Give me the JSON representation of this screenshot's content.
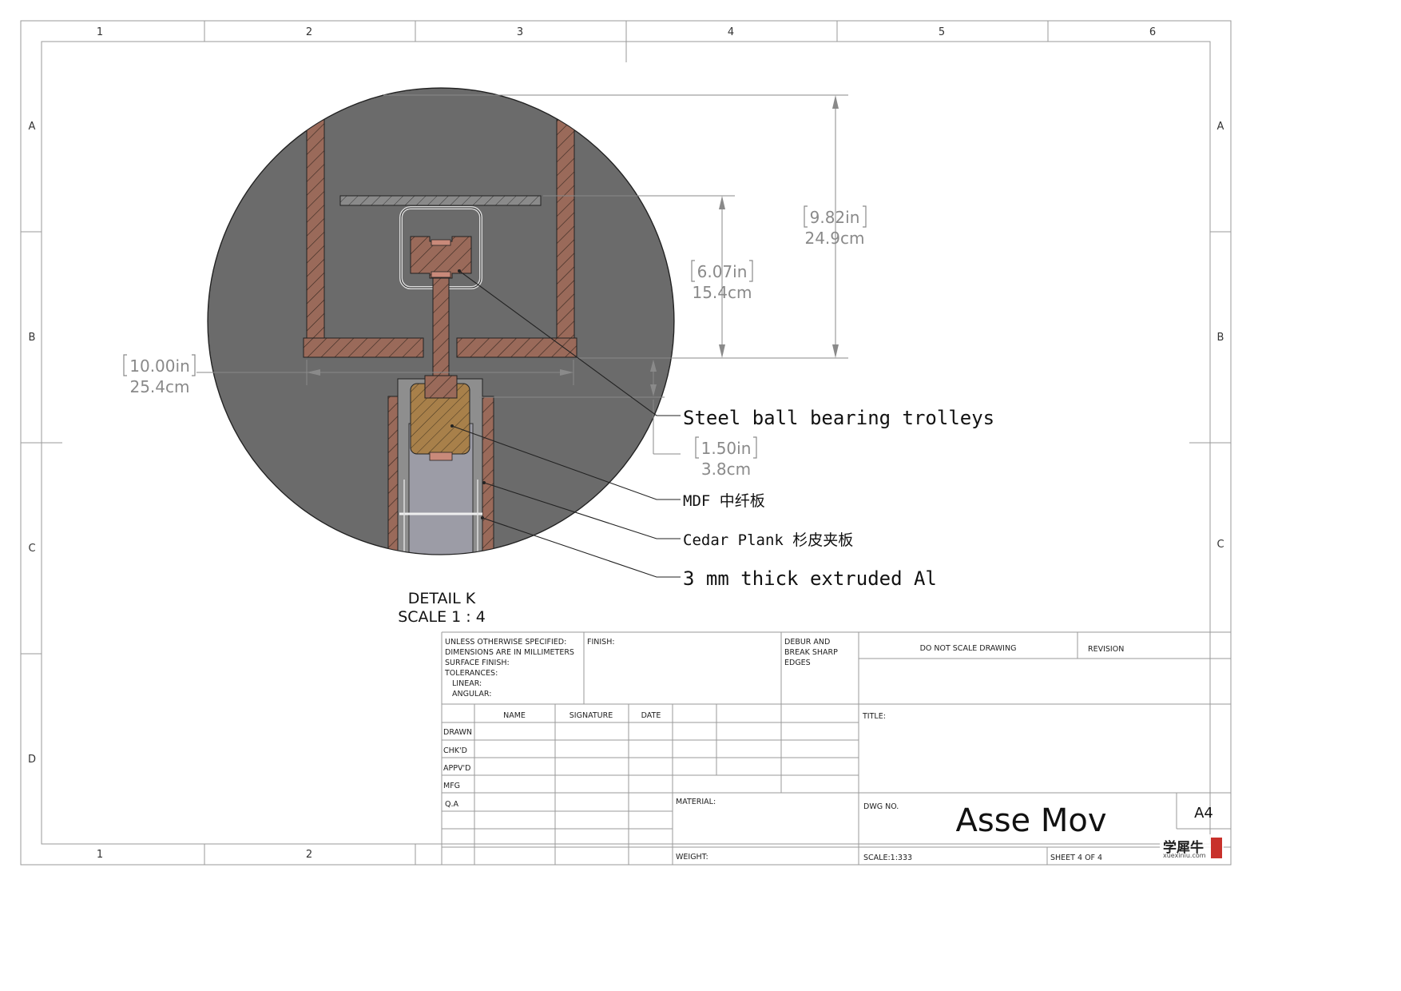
{
  "border": {
    "columns": [
      "1",
      "2",
      "3",
      "4",
      "5",
      "6"
    ],
    "rows": [
      "A",
      "B",
      "C",
      "D"
    ]
  },
  "detail": {
    "title": "DETAIL K",
    "scale": "SCALE 1 : 4"
  },
  "dimensions": {
    "overall": {
      "in": "9.82in",
      "cm": "24.9cm"
    },
    "mid": {
      "in": "6.07in",
      "cm": "15.4cm"
    },
    "width": {
      "in": "10.00in",
      "cm": "25.4cm"
    },
    "gap": {
      "in": "1.50in",
      "cm": "3.8cm"
    }
  },
  "callouts": [
    "Steel ball bearing trolleys",
    "MDF 中纤板",
    "Cedar Plank 杉皮夹板",
    "3 mm thick extruded Al"
  ],
  "title_block": {
    "notes": [
      "UNLESS OTHERWISE SPECIFIED:",
      "DIMENSIONS ARE IN MILLIMETERS",
      "SURFACE FINISH:",
      "TOLERANCES:",
      "LINEAR:",
      "ANGULAR:"
    ],
    "finish": "FINISH:",
    "debur": [
      "DEBUR AND",
      "BREAK SHARP",
      "EDGES"
    ],
    "do_not_scale": "DO NOT SCALE DRAWING",
    "revision": "REVISION",
    "headers": [
      "NAME",
      "SIGNATURE",
      "DATE"
    ],
    "rows": [
      "DRAWN",
      "CHK'D",
      "APPV'D",
      "MFG",
      "Q.A"
    ],
    "title_label": "TITLE:",
    "material": "MATERIAL:",
    "dwg_no": "DWG NO.",
    "dwg_name": "Asse Mov",
    "size": "A4",
    "weight": "WEIGHT:",
    "scale": "SCALE:1:333",
    "sheet": "SHEET 4 OF 4"
  },
  "watermark": {
    "brand": "学犀牛",
    "url": "xuexiniu.com"
  },
  "colors": {
    "circle": "#6b6b6b",
    "wood": "#9a6a5a",
    "cedar": "#a8804a",
    "line": "#555555"
  }
}
